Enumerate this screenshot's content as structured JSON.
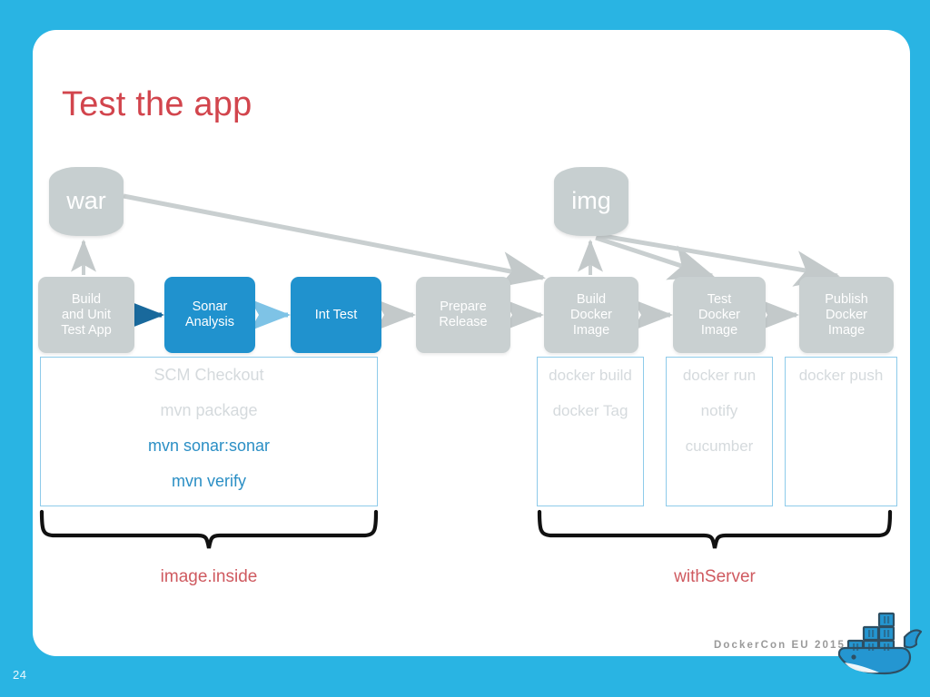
{
  "slide": {
    "page_number": "24",
    "title": "Test the app",
    "background_color": "#29b4e3",
    "card_color": "#ffffff",
    "title_color": "#d2454d"
  },
  "artifacts": [
    {
      "id": "war",
      "label": "war",
      "shape": "cylinder",
      "color": "#c7cfd0"
    },
    {
      "id": "img",
      "label": "img",
      "shape": "cylinder",
      "color": "#c7cfd0"
    }
  ],
  "pipeline": {
    "stages": [
      {
        "id": "build-and-unit-test-app",
        "label": "Build\nand Unit\nTest App",
        "state": "inactive",
        "color": "#c9d0d1"
      },
      {
        "id": "sonar-analysis",
        "label": "Sonar\nAnalysis",
        "state": "active",
        "color": "#2092ce"
      },
      {
        "id": "int-test",
        "label": "Int Test",
        "state": "active",
        "color": "#2092ce"
      },
      {
        "id": "prepare-release",
        "label": "Prepare\nRelease",
        "state": "inactive",
        "color": "#c9d0d1"
      },
      {
        "id": "build-docker-image",
        "label": "Build\nDocker\nImage",
        "state": "inactive",
        "color": "#c9d0d1"
      },
      {
        "id": "test-docker-image",
        "label": "Test\nDocker\nImage",
        "state": "inactive",
        "color": "#c9d0d1"
      },
      {
        "id": "publish-docker-image",
        "label": "Publish\nDocker\nImage",
        "state": "inactive",
        "color": "#c9d0d1"
      }
    ],
    "connector_colors": {
      "default": "#c9cfd0",
      "highlight_dark": "#19699c",
      "highlight_light": "#7ec3e6"
    }
  },
  "panels": [
    {
      "id": "image-inside-panel",
      "lines": [
        {
          "text": "SCM Checkout",
          "state": "muted"
        },
        {
          "text": "mvn package",
          "state": "muted"
        },
        {
          "text": "mvn sonar:sonar",
          "state": "active"
        },
        {
          "text": "mvn verify",
          "state": "active"
        }
      ]
    },
    {
      "id": "build-docker-image-panel",
      "lines": [
        {
          "text": "docker build",
          "state": "muted"
        },
        {
          "text": "docker Tag",
          "state": "muted"
        }
      ]
    },
    {
      "id": "test-docker-image-panel",
      "lines": [
        {
          "text": "docker run",
          "state": "muted"
        },
        {
          "text": "notify",
          "state": "muted"
        },
        {
          "text": "cucumber",
          "state": "muted"
        }
      ]
    },
    {
      "id": "publish-docker-image-panel",
      "lines": [
        {
          "text": "docker push",
          "state": "muted"
        }
      ]
    }
  ],
  "braces": [
    {
      "id": "image-inside-brace",
      "caption": "image.inside",
      "color": "#cf5a60"
    },
    {
      "id": "with-server-brace",
      "caption": "withServer",
      "color": "#cf5a60"
    }
  ],
  "footer": {
    "brand": "DockerCon EU 2015",
    "logo": "docker-whale-logo"
  }
}
